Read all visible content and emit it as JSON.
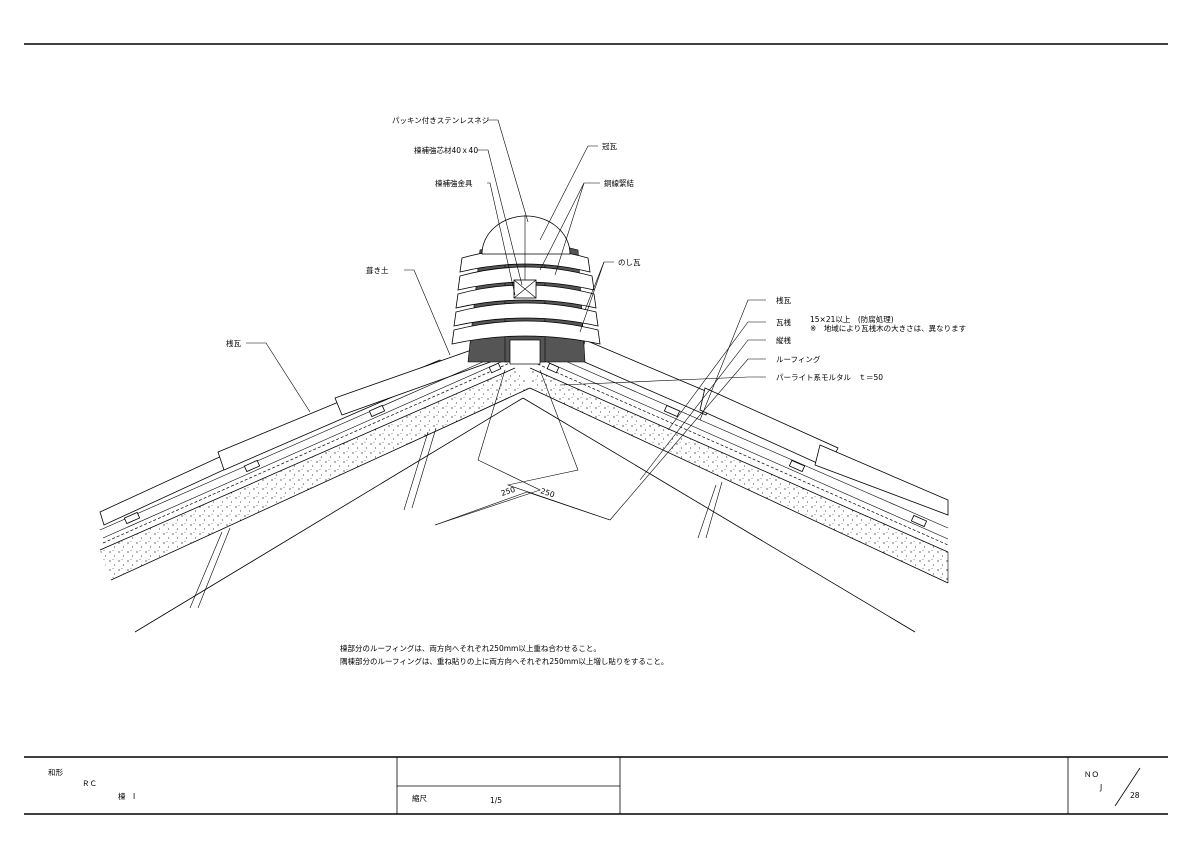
{
  "labels": {
    "packing_screw": "パッキン付きステンレスネジ",
    "ridge_core": "棟補強芯材40ｘ40",
    "ridge_bracket": "棟補強金具",
    "crown_tile": "冠瓦",
    "copper_wire": "銅線緊結",
    "noshi_tile": "のし瓦",
    "fill_clay": "葺き土",
    "left_tile": "桟瓦",
    "right_tile": "桟瓦",
    "batten": "瓦桟",
    "batten_spec": "15×21以上　(防腐処理)",
    "batten_note": "※　地域により瓦桟木の大きさは、異なります",
    "counter_batten": "縦桟",
    "roofing": "ルーフィング",
    "perlite": "パーライト系モルタル　ｔ＝50",
    "dim_left": "250",
    "dim_right": "250"
  },
  "notes": [
    "棟部分のルーフィングは、両方向へそれぞれ250mm以上重ね合わせること。",
    "隅棟部分のルーフィングは、重ね貼りの上に両方向へそれぞれ250mm以上増し貼りをすること。"
  ],
  "title_block": {
    "style": "和形",
    "structure": "ＲＣ",
    "part": "棟　Ⅰ",
    "scale_label": "縮尺",
    "scale_value": "1/5",
    "no_label": "ＮＯ",
    "sheet_j": "J",
    "sheet_num": "28"
  }
}
